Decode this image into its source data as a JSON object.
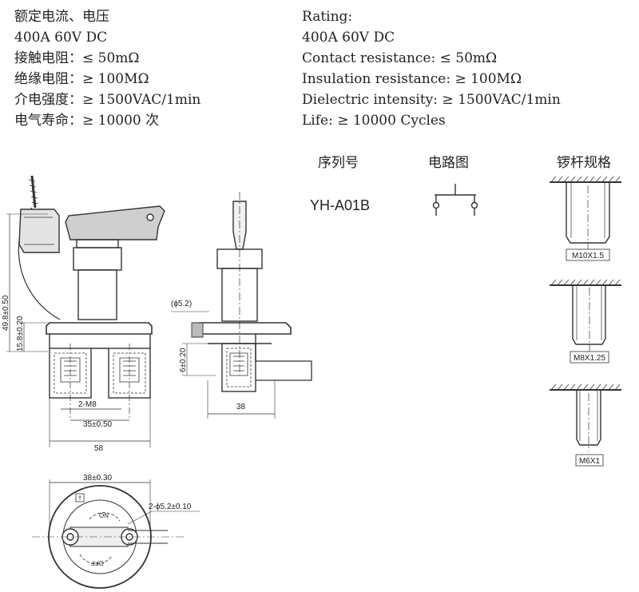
{
  "specs_cn": {
    "title": "额定电流、电压",
    "rating": "400A 60V DC",
    "contact": "接触电阻：≤ 50mΩ",
    "insulation": "绝缘电阻：≥ 100MΩ",
    "dielectric": "介电强度：≥ 1500VAC/1min",
    "life": "电气寿命：≥ 10000 次"
  },
  "specs_en": {
    "title": "Rating:",
    "rating": "400A 60V DC",
    "contact": "Contact resistance: ≤ 50mΩ",
    "insulation": "Insulation resistance: ≥ 100MΩ",
    "dielectric": "Dielectric intensity: ≥ 1500VAC/1min",
    "life": "Life: ≥ 10000 Cycles"
  },
  "table": {
    "col_serial": "序列号",
    "col_circuit": "电路图",
    "col_stud": "锣杆规格",
    "model": "YH-A01B"
  },
  "studs": {
    "s1": "M10X1.5",
    "s2": "M8X1.25",
    "s3": "M6X1"
  },
  "dims": {
    "d_49_8": "49.8±0.50",
    "d_15_8": "15.8±0.20",
    "d_2m8": "2-M8",
    "d_35": "35±0.50",
    "d_58": "58",
    "d_phi52": "(ϕ5.2)",
    "d_6": "6±0.20",
    "d_38": "38",
    "d_38_30": "38±0.30",
    "d_2phi": "2-ϕ5.2±0.10",
    "on": "ON",
    "off": "OFF"
  }
}
